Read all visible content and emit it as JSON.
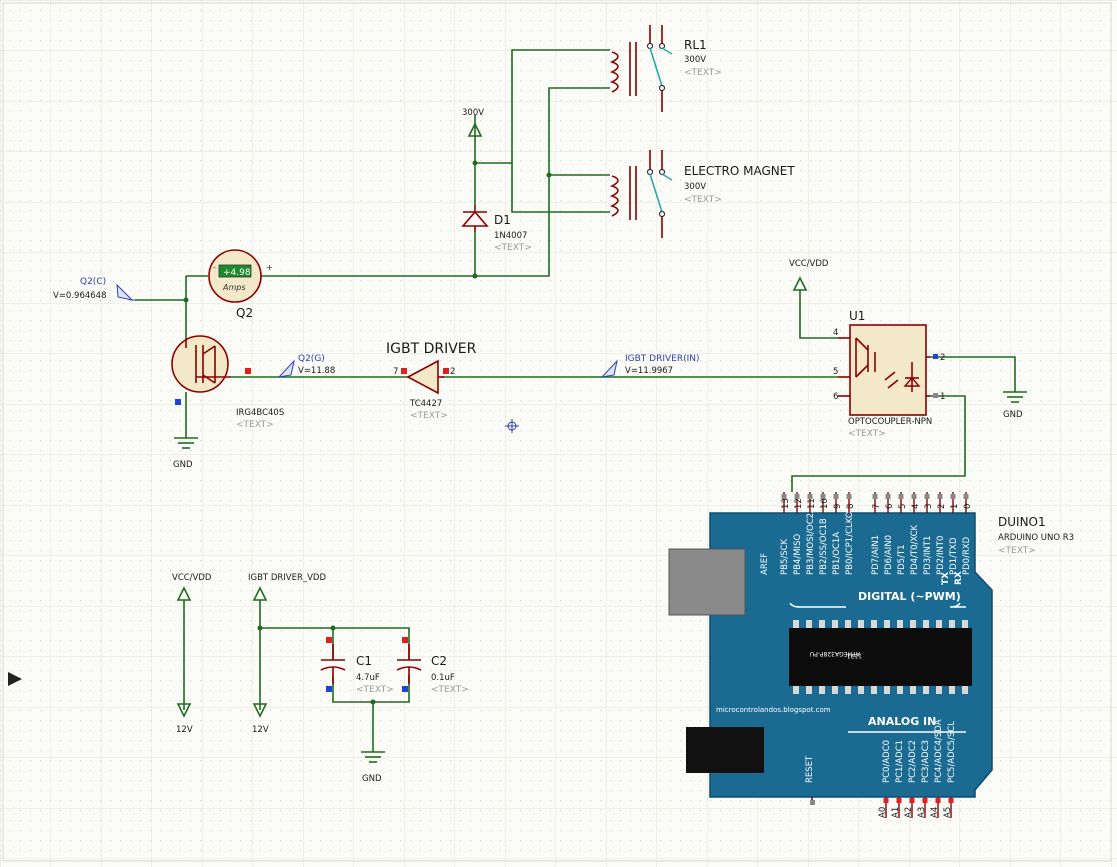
{
  "components": {
    "rl1": {
      "name": "RL1",
      "value": "300V",
      "text": "<TEXT>"
    },
    "magnet": {
      "name": "ELECTRO MAGNET",
      "value": "300V",
      "text": "<TEXT>"
    },
    "d1": {
      "name": "D1",
      "value": "1N4007",
      "text": "<TEXT>"
    },
    "q2": {
      "name": "Q2",
      "value": "IRG4BC40S",
      "text": "<TEXT>"
    },
    "ammeter": {
      "reading": "+4.98",
      "unit": "Amps",
      "minus": "-",
      "plus": "+"
    },
    "driver": {
      "name": "IGBT DRIVER",
      "value": "TC4427",
      "text": "<TEXT>",
      "pin_in": "2",
      "pin_out": "7"
    },
    "u1": {
      "name": "U1",
      "value": "OPTOCOUPLER-NPN",
      "text": "<TEXT>",
      "pins": [
        "4",
        "5",
        "6",
        "2",
        "1"
      ]
    },
    "c1": {
      "name": "C1",
      "value": "4.7uF",
      "text": "<TEXT>"
    },
    "c2": {
      "name": "C2",
      "value": "0.1uF",
      "text": "<TEXT>"
    },
    "duino": {
      "name": "DUINO1",
      "value": "ARDUINO UNO R3",
      "text": "<TEXT>"
    }
  },
  "terminals": {
    "v300": "300V",
    "vcc_top": "VCC/VDD",
    "gnd": "GND",
    "vcc_bottom": "VCC/VDD",
    "driver_vdd": "IGBT DRIVER_VDD",
    "v12": "12V"
  },
  "probes": {
    "q2c": {
      "name": "Q2(C)",
      "value": "V=0.964648"
    },
    "q2g": {
      "name": "Q2(G)",
      "value": "V=11.88"
    },
    "drv_in": {
      "name": "IGBT DRIVER(IN)",
      "value": "V=11.9967"
    }
  },
  "arduino": {
    "digital_pins": [
      "13",
      "12",
      "11",
      "10",
      "9",
      "8",
      "7",
      "6",
      "5",
      "4",
      "3",
      "2",
      "1",
      "0"
    ],
    "digital_labels": [
      "AREF",
      "PB5/SCK",
      "PB4/MISO",
      "PB3/MOSI/OC2A",
      "PB2/SS/OC1B",
      "PB1/OC1A",
      "PB0/ICP1/CLKO",
      "PD7/AIN1",
      "PD6/AIN0",
      "PD5/T1",
      "PD4/T0/XCK",
      "PD3/INT1",
      "PD2/INT0",
      "PD1/TXD",
      "PD0/RXD"
    ],
    "tx": "TX",
    "rx": "RX",
    "digital_title": "DIGITAL (~PWM)",
    "chip": "ATMEGA328P-PU",
    "chip_code": "1121",
    "website": "microcontrolandos.blogspot.com",
    "analog_title": "ANALOG IN",
    "reset": "RESET",
    "analog_labels": [
      "PC0/ADC0",
      "PC1/ADC1",
      "PC2/ADC2",
      "PC3/ADC3",
      "PC4/ADC4/SDA",
      "PC5/ADC5/SCL"
    ],
    "analog_pins": [
      "A0",
      "A1",
      "A2",
      "A3",
      "A4",
      "A5"
    ]
  },
  "colors": {
    "wire": "#1f6b1f",
    "component": "#8b0000",
    "board": "#1a6a92",
    "probe": "#3040b0",
    "grid": "#e6e6e0"
  }
}
